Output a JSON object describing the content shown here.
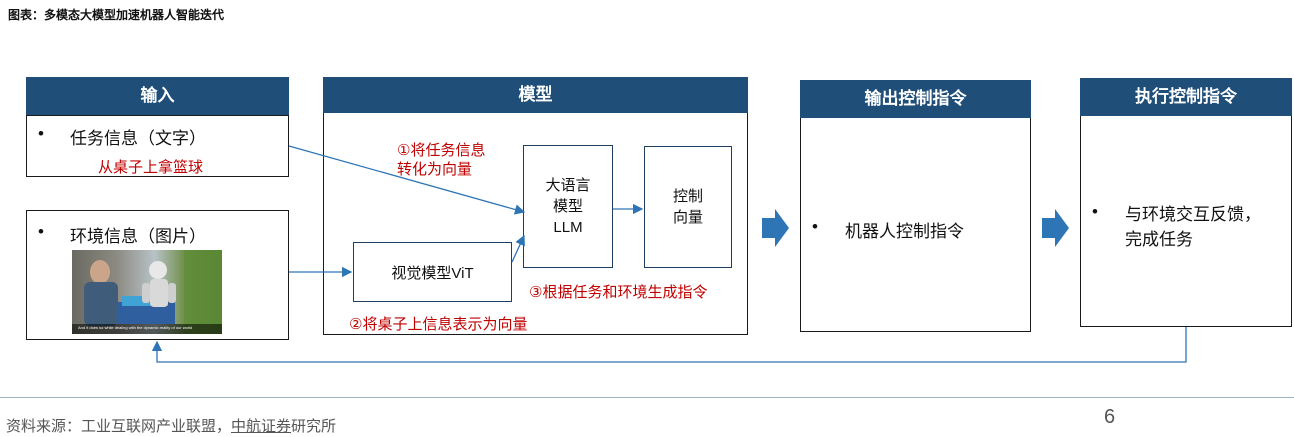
{
  "title": "图表：多模态大模型加速机器人智能迭代",
  "input": {
    "header": "输入",
    "item1_bullet": "•",
    "item1_label": "任务信息（文字）",
    "item1_example": "从桌子上拿篮球",
    "item2_bullet": "•",
    "item2_label": "环境信息（图片）",
    "photo_caption": "And it does so while dealing with the dynamic reality of our world"
  },
  "model": {
    "header": "模型",
    "vit": "视觉模型ViT",
    "llm": "大语言\n模型\nLLM",
    "control_vector": "控制\n向量",
    "step1": "①将任务信息\n转化为向量",
    "step2": "②将桌子上信息表示为向量",
    "step3": "③根据任务和环境生成指令"
  },
  "output": {
    "header": "输出控制指令",
    "bullet": "•",
    "item": "机器人控制指令"
  },
  "execute": {
    "header": "执行控制指令",
    "bullet": "•",
    "item": "与环境交互反馈，\n完成任务"
  },
  "footer": {
    "source_prefix": "资料来源：工业互联网产业联盟，",
    "source_link": "中航证券",
    "source_suffix": "研究所",
    "page_number": "6"
  },
  "colors": {
    "header_bg": "#1f4e79",
    "arrow": "#2e75b6",
    "red_text": "#c00000"
  }
}
